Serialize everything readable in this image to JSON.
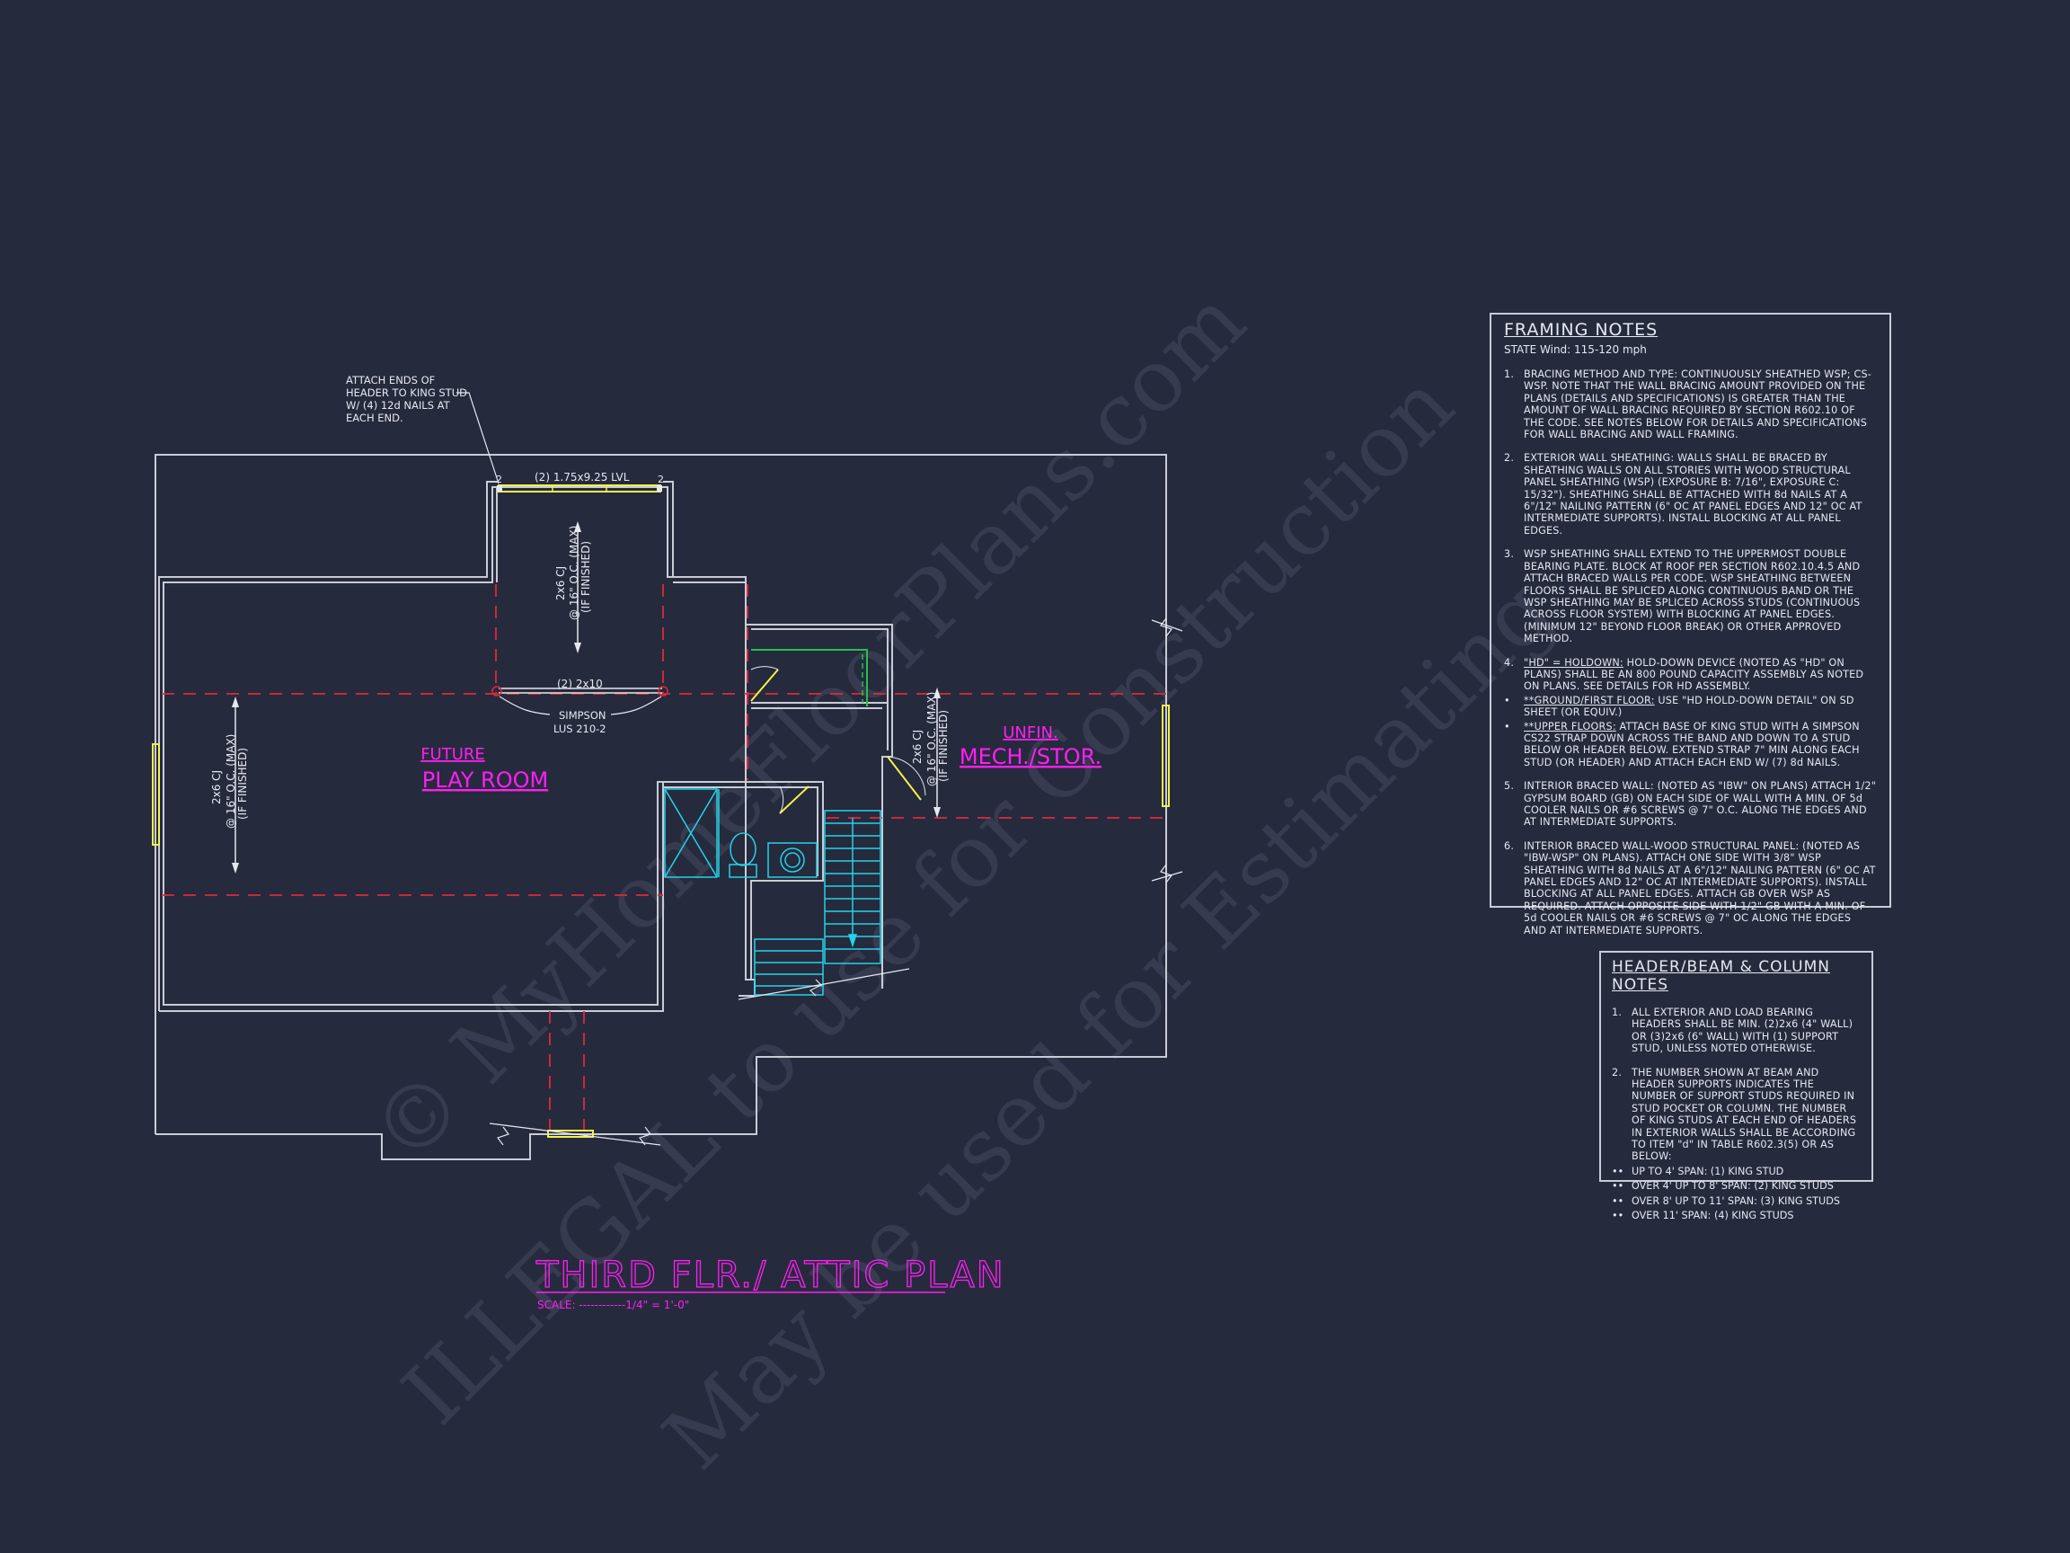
{
  "watermark": {
    "line1": "© MyHomeFloorPlans.com",
    "line2": "ILLEGAL to use for Construction",
    "line3": "May be used for Estimating"
  },
  "plan": {
    "title": "THIRD FLR./ ATTIC PLAN",
    "scale": "SCALE: ------------1/4\" = 1'-0\"",
    "header_note": [
      "ATTACH ENDS OF",
      "HEADER TO KING STUD",
      "W/ (4) 12d NAILS AT",
      "EACH END."
    ],
    "lvl_label": "(2) 1.75x9.25 LVL",
    "stud_count_left": "2",
    "stud_count_right": "2",
    "joist_top": [
      "2x6 CJ",
      "@ 16\" O.C. (MAX)",
      "(IF FINISHED)"
    ],
    "joist_left": [
      "2x6 CJ",
      "@ 16\" O.C. (MAX)",
      "(IF FINISHED)"
    ],
    "joist_right": [
      "2x6 CJ",
      "@ 16\" O.C. (MAX)",
      "(IF FINISHED)"
    ],
    "beam_label": "(2) 2x10",
    "hanger_label": [
      "SIMPSON",
      "LUS 210-2"
    ],
    "room_play": [
      "FUTURE",
      "PLAY ROOM"
    ],
    "room_mech": [
      "UNFIN.",
      "MECH./STOR."
    ]
  },
  "framing_notes": {
    "title": "FRAMING NOTES",
    "subtitle": "STATE Wind: 115-120 mph",
    "notes": [
      {
        "num": "1.",
        "text": "BRACING METHOD AND TYPE: CONTINUOUSLY SHEATHED WSP; CS-WSP. NOTE THAT THE WALL BRACING AMOUNT PROVIDED ON THE PLANS (DETAILS AND SPECIFICATIONS) IS GREATER THAN THE AMOUNT OF WALL BRACING REQUIRED BY SECTION R602.10 OF THE CODE. SEE NOTES BELOW FOR DETAILS AND SPECIFICATIONS FOR WALL BRACING AND WALL FRAMING."
      },
      {
        "num": "2.",
        "text": "EXTERIOR WALL SHEATHING: WALLS SHALL BE BRACED BY SHEATHING WALLS ON ALL STORIES WITH WOOD STRUCTURAL PANEL SHEATHING (WSP) (EXPOSURE B: 7/16\", EXPOSURE C: 15/32\"). SHEATHING SHALL BE ATTACHED WITH 8d NAILS AT A 6\"/12\" NAILING PATTERN (6\" OC AT PANEL EDGES AND 12\" OC AT INTERMEDIATE SUPPORTS). INSTALL BLOCKING AT ALL PANEL EDGES."
      },
      {
        "num": "3.",
        "text": "WSP SHEATHING SHALL EXTEND TO THE UPPERMOST DOUBLE BEARING PLATE. BLOCK AT ROOF PER SECTION R602.10.4.5 AND ATTACH BRACED WALLS PER CODE. WSP SHEATHING BETWEEN FLOORS SHALL BE SPLICED ALONG CONTINUOUS BAND OR THE WSP SHEATHING MAY BE SPLICED ACROSS STUDS (CONTINUOUS ACROSS FLOOR SYSTEM) WITH BLOCKING AT PANEL EDGES. (MINIMUM 12\" BEYOND FLOOR BREAK) OR OTHER APPROVED METHOD."
      },
      {
        "num": "4.",
        "lead": "\"HD\" = HOLDOWN:",
        "text": " HOLD-DOWN DEVICE (NOTED AS \"HD\" ON PLANS) SHALL BE AN 800 POUND CAPACITY ASSEMBLY AS NOTED ON PLANS. SEE DETAILS FOR HD ASSEMBLY."
      },
      {
        "num": "•",
        "lead": "**GROUND/FIRST FLOOR:",
        "text": "  USE \"HD HOLD-DOWN DETAIL\" ON SD SHEET (OR EQUIV.)"
      },
      {
        "num": "•",
        "lead": "**UPPER FLOORS:",
        "text": " ATTACH BASE OF KING STUD WITH A SIMPSON CS22 STRAP DOWN ACROSS THE BAND AND DOWN TO A STUD BELOW OR HEADER BELOW.  EXTEND STRAP 7\" MIN ALONG EACH STUD (OR HEADER) AND ATTACH EACH END W/ (7) 8d NAILS."
      },
      {
        "num": "5.",
        "text": "INTERIOR BRACED WALL: (NOTED AS \"IBW\" ON PLANS) ATTACH 1/2\" GYPSUM BOARD (GB) ON EACH SIDE OF WALL WITH A MIN. OF 5d COOLER NAILS OR #6 SCREWS @ 7\" O.C. ALONG THE EDGES AND AT INTERMEDIATE SUPPORTS."
      },
      {
        "num": "6.",
        "text": "INTERIOR BRACED WALL-WOOD STRUCTURAL PANEL: (NOTED AS \"IBW-WSP\" ON PLANS). ATTACH ONE SIDE WITH 3/8\" WSP SHEATHING WITH 8d NAILS AT A 6\"/12\" NAILING PATTERN (6\" OC AT PANEL EDGES AND 12\" OC AT INTERMEDIATE SUPPORTS). INSTALL BLOCKING AT ALL PANEL EDGES. ATTACH GB OVER WSP AS REQUIRED. ATTACH OPPOSITE SIDE WITH 1/2\" GB WITH A MIN. OF 5d COOLER NAILS OR #6 SCREWS @ 7\" OC ALONG THE EDGES AND AT INTERMEDIATE SUPPORTS."
      }
    ]
  },
  "header_notes": {
    "title": "HEADER/BEAM & COLUMN NOTES",
    "notes": [
      {
        "num": "1.",
        "text": "ALL EXTERIOR AND LOAD BEARING HEADERS SHALL BE MIN. (2)2x6 (4\" WALL) OR (3)2x6 (6\" WALL) WITH (1) SUPPORT STUD, UNLESS NOTED OTHERWISE."
      },
      {
        "num": "2.",
        "text": "THE NUMBER SHOWN AT BEAM AND HEADER SUPPORTS INDICATES THE NUMBER OF SUPPORT STUDS REQUIRED IN STUD POCKET OR COLUMN. THE NUMBER OF KING STUDS AT EACH END OF HEADERS IN EXTERIOR WALLS SHALL BE ACCORDING TO ITEM \"d\" IN TABLE R602.3(5) OR AS BELOW:"
      }
    ],
    "bullets": [
      {
        "mark": "••",
        "text": "UP TO 4' SPAN: (1) KING STUD"
      },
      {
        "mark": "••",
        "text": "OVER 4' UP TO 8' SPAN: (2) KING STUDS"
      },
      {
        "mark": "••",
        "text": "OVER 8' UP TO 11' SPAN: (3) KING STUDS"
      },
      {
        "mark": "••",
        "text": "OVER 11' SPAN: (4) KING STUDS"
      }
    ]
  },
  "colors": {
    "background": "#262a3d",
    "walls": "#c9ccd6",
    "room_labels": "#ff1ff4",
    "dashed_beams": "#e0283c",
    "fixtures": "#23d3e8",
    "headers": "#f2f24a",
    "cabinet": "#22c24a"
  }
}
